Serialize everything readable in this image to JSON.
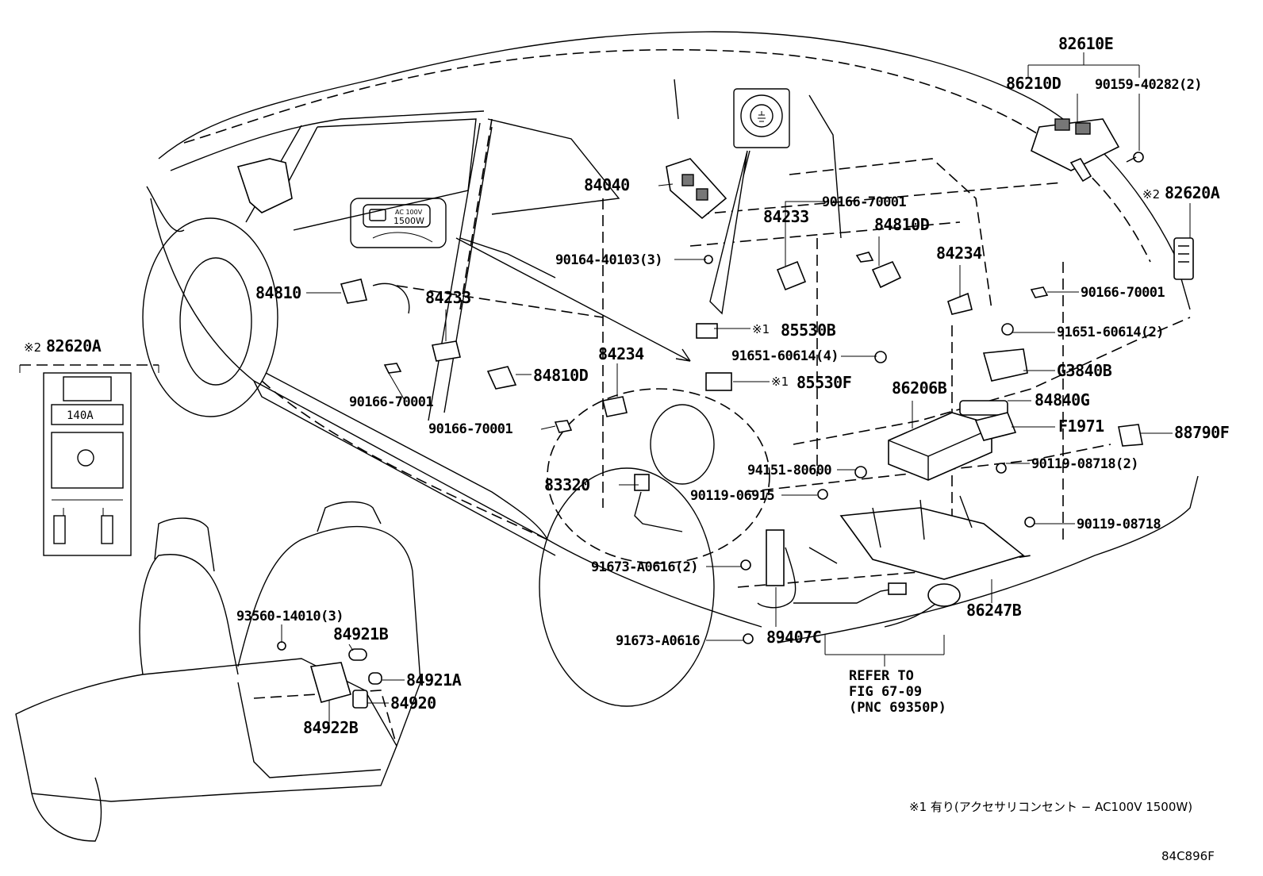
{
  "diagram": {
    "part_labels": {
      "p82610E": "82610E",
      "p86210D": "86210D",
      "p90159": "90159-40282(2)",
      "p82620A_top": "82620A",
      "p82620A_left": "82620A",
      "mark2": "※2",
      "p84040": "84040",
      "p90166_a": "90166-70001",
      "p84233_a": "84233",
      "p84810D_a": "84810D",
      "p84234_a": "84234",
      "p90164": "90164-40103(3)",
      "p90166_b": "90166-70001",
      "p84810": "84810",
      "p84233_b": "84233",
      "p85530B": "85530B",
      "mark1": "※1",
      "p91651_4": "91651-60614(4)",
      "p91651_2": "91651-60614(2)",
      "p84234_b": "84234",
      "p85530F": "85530F",
      "pG3840B": "G3840B",
      "p90166_c": "90166-70001",
      "p84810D_b": "84810D",
      "p86206B": "86206B",
      "p84840G": "84840G",
      "pF1971": "F1971",
      "p88790F": "88790F",
      "p90166_d": "90166-70001",
      "p94151": "94151-80600",
      "p90119_2": "90119-08718(2)",
      "p83320": "83320",
      "p90119_06915": "90119-06915",
      "p90119_08718": "90119-08718",
      "p91673_2": "91673-A0616(2)",
      "p86247B": "86247B",
      "p93560": "93560-14010(3)",
      "p84921B": "84921B",
      "p84921A": "84921A",
      "p84920": "84920",
      "p84922B": "84922B",
      "p91673_1": "91673-A0616",
      "p89407C": "89407C"
    },
    "refer": {
      "line1": "REFER TO",
      "line2": "FIG 67-09",
      "line3": "(PNC 69350P)"
    },
    "inset_badge": {
      "line1": "AC 100V",
      "line2": "1500W"
    },
    "inset_fuse": "140A",
    "footnote": "※1 有り(アクセサリコンセント − AC100V 1500W)",
    "figure_code": "84C896F"
  }
}
